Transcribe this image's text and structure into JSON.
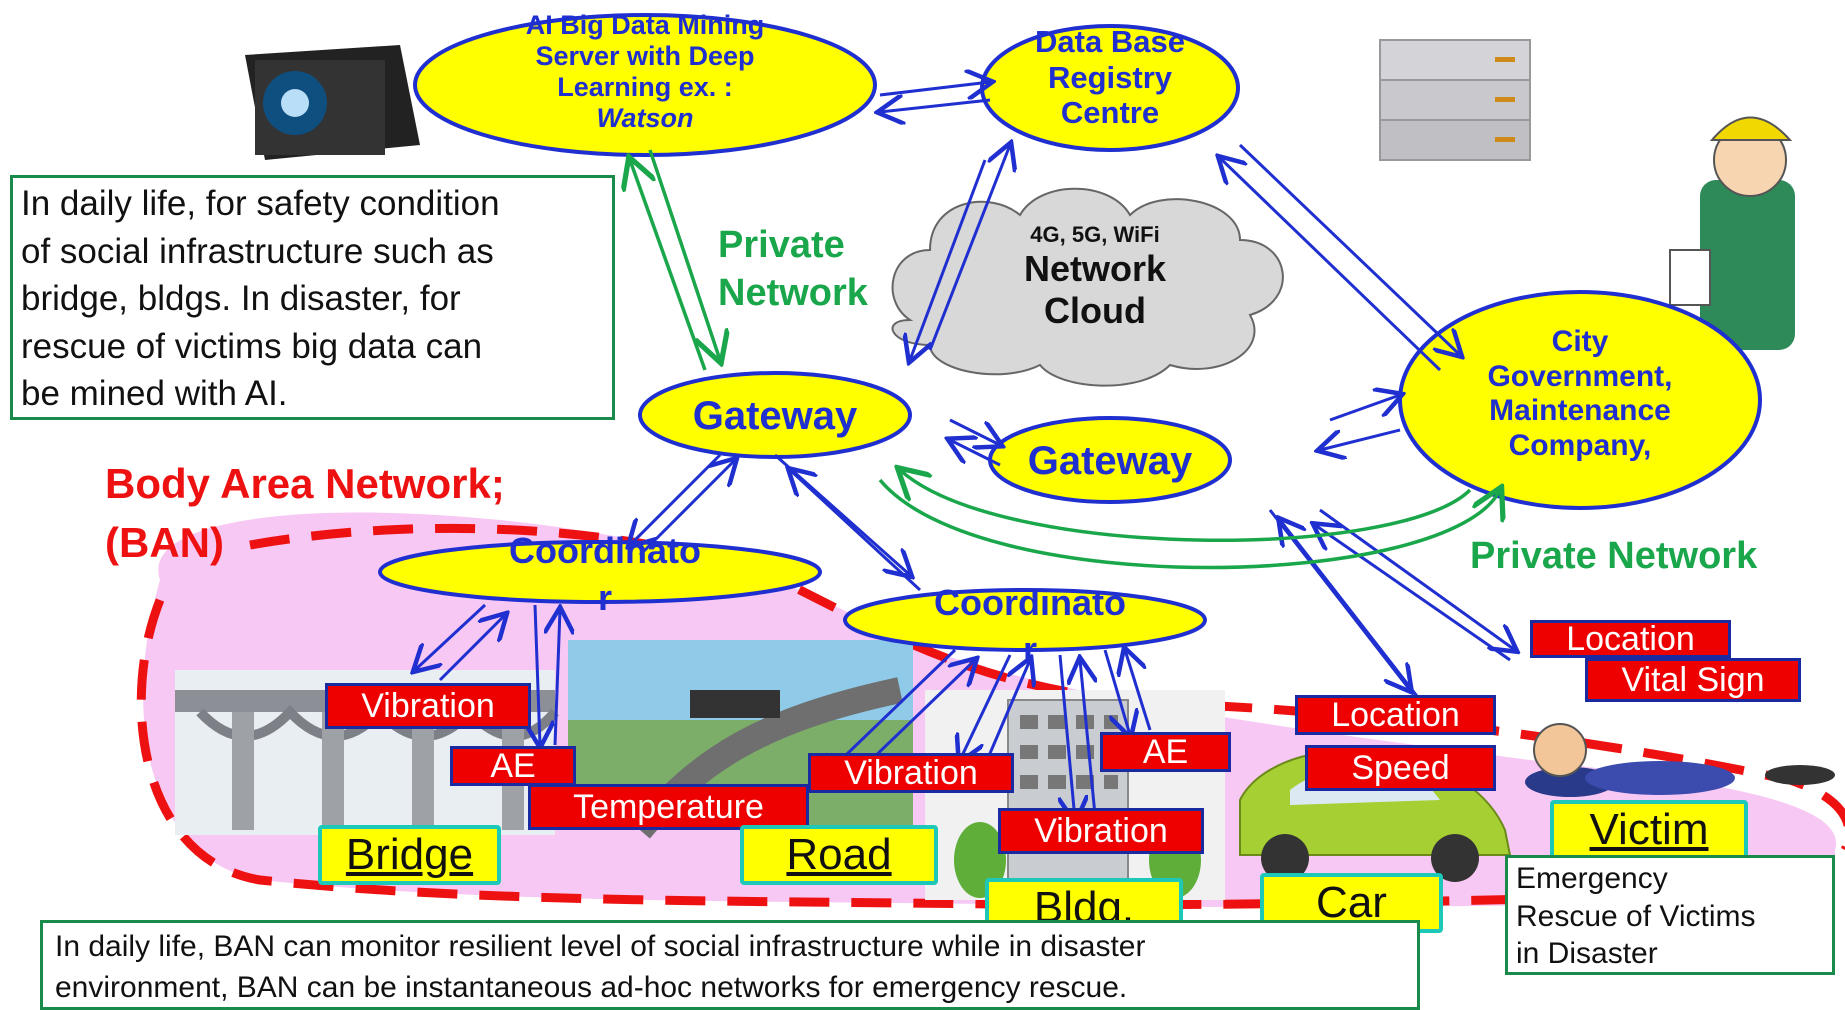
{
  "colors": {
    "accent_blue": "#1f2fd0",
    "ellipse_fill": "#ffff00",
    "tag_red": "#ee0000",
    "green": "#1aa64a",
    "ban_pink": "#f7c8f3"
  },
  "nodes": {
    "ai_server": {
      "line1": "AI Big Data Mining",
      "line2": "Server with Deep",
      "line3": "Learning  ex. :",
      "line4": "Watson"
    },
    "database": {
      "line1": "Data Base",
      "line2": "Registry",
      "line3": "Centre"
    },
    "cloud": {
      "small": "4G, 5G, WiFi",
      "line1": "Network",
      "line2": "Cloud"
    },
    "city": {
      "line1": "City",
      "line2": "Government,",
      "line3": "Maintenance",
      "line4": "Company,"
    },
    "gateway_left": "Gateway",
    "gateway_right": "Gateway",
    "coord_left": {
      "line1": "Coordinato",
      "line2": "r"
    },
    "coord_right": {
      "line1": "Coordinato",
      "line2": "r"
    }
  },
  "labels": {
    "private_network_left": {
      "line1": "Private",
      "line2": "Network"
    },
    "private_network_right": "Private Network",
    "ban_title": {
      "line1": "Body Area Network;",
      "line2": "(BAN)"
    }
  },
  "sensor_tags": {
    "bridge_vibration": "Vibration",
    "bridge_ae": "AE",
    "road_temperature": "Temperature",
    "road_vibration": "Vibration",
    "bldg_ae": "AE",
    "bldg_vibration": "Vibration",
    "car_location": "Location",
    "car_speed": "Speed",
    "victim_location": "Location",
    "victim_vital": "Vital Sign"
  },
  "places": {
    "bridge": "Bridge",
    "road": "Road",
    "bldg": "Bldg.",
    "car": "Car",
    "victim": "Victim"
  },
  "notes": {
    "top_left": {
      "line1": "In daily life, for safety condition",
      "line2": "of social infrastructure such as",
      "line3": "bridge, bldgs. In disaster, for",
      "line4": "rescue of victims big data can",
      "line5": "be mined with AI."
    },
    "bottom": {
      "line1": "In daily life, BAN can monitor resilient level of social infrastructure while in disaster",
      "line2": "environment, BAN can be instantaneous ad-hoc networks for emergency rescue."
    },
    "victim_note": {
      "line1": "Emergency",
      "line2": "Rescue of Victims",
      "line3": "in Disaster"
    }
  }
}
